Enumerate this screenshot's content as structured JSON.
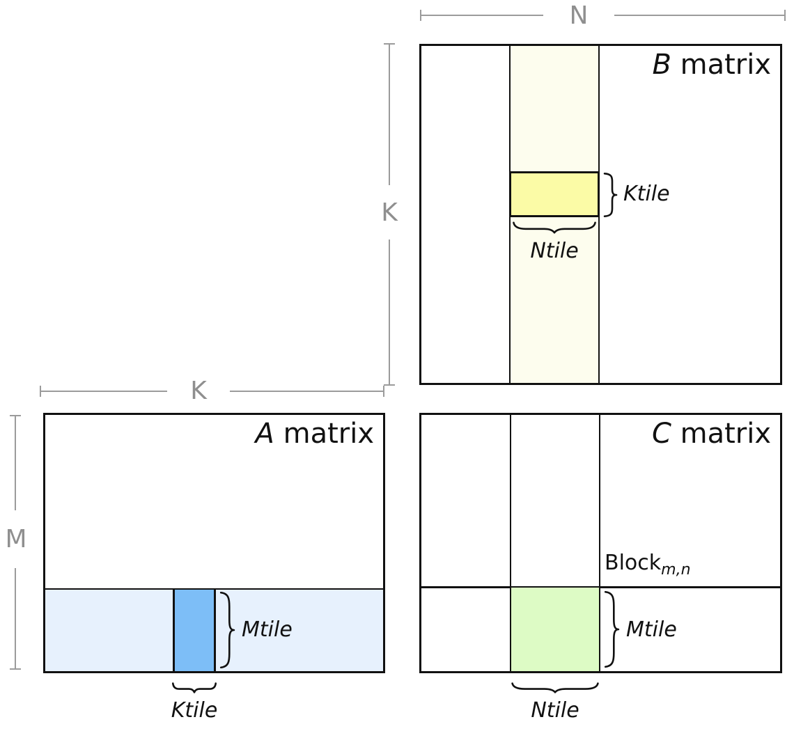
{
  "colors": {
    "line_gray": "#9b9b9b",
    "label_gray": "#8f8f8f",
    "border_black": "#111111",
    "b_strip_cream": "#fdfdee",
    "b_ktile_yellow": "#fbfba6",
    "a_strip_lightblue": "#e7f1fd",
    "a_ktile_blue": "#7dbef7",
    "c_block_green": "#ddfbc5"
  },
  "dims": {
    "n": "N",
    "k_b": "K",
    "k_a": "K",
    "m": "M"
  },
  "b": {
    "letter": "B",
    "word": " matrix",
    "ktile_label": "Ktile",
    "ntile_label": "Ntile"
  },
  "a": {
    "letter": "A",
    "word": " matrix",
    "mtile_label": "Mtile",
    "ktile_label": "Ktile"
  },
  "c": {
    "letter": "C",
    "word": " matrix",
    "mtile_label": "Mtile",
    "ntile_label": "Ntile",
    "block_base": "Block",
    "block_sub": "m,n"
  }
}
